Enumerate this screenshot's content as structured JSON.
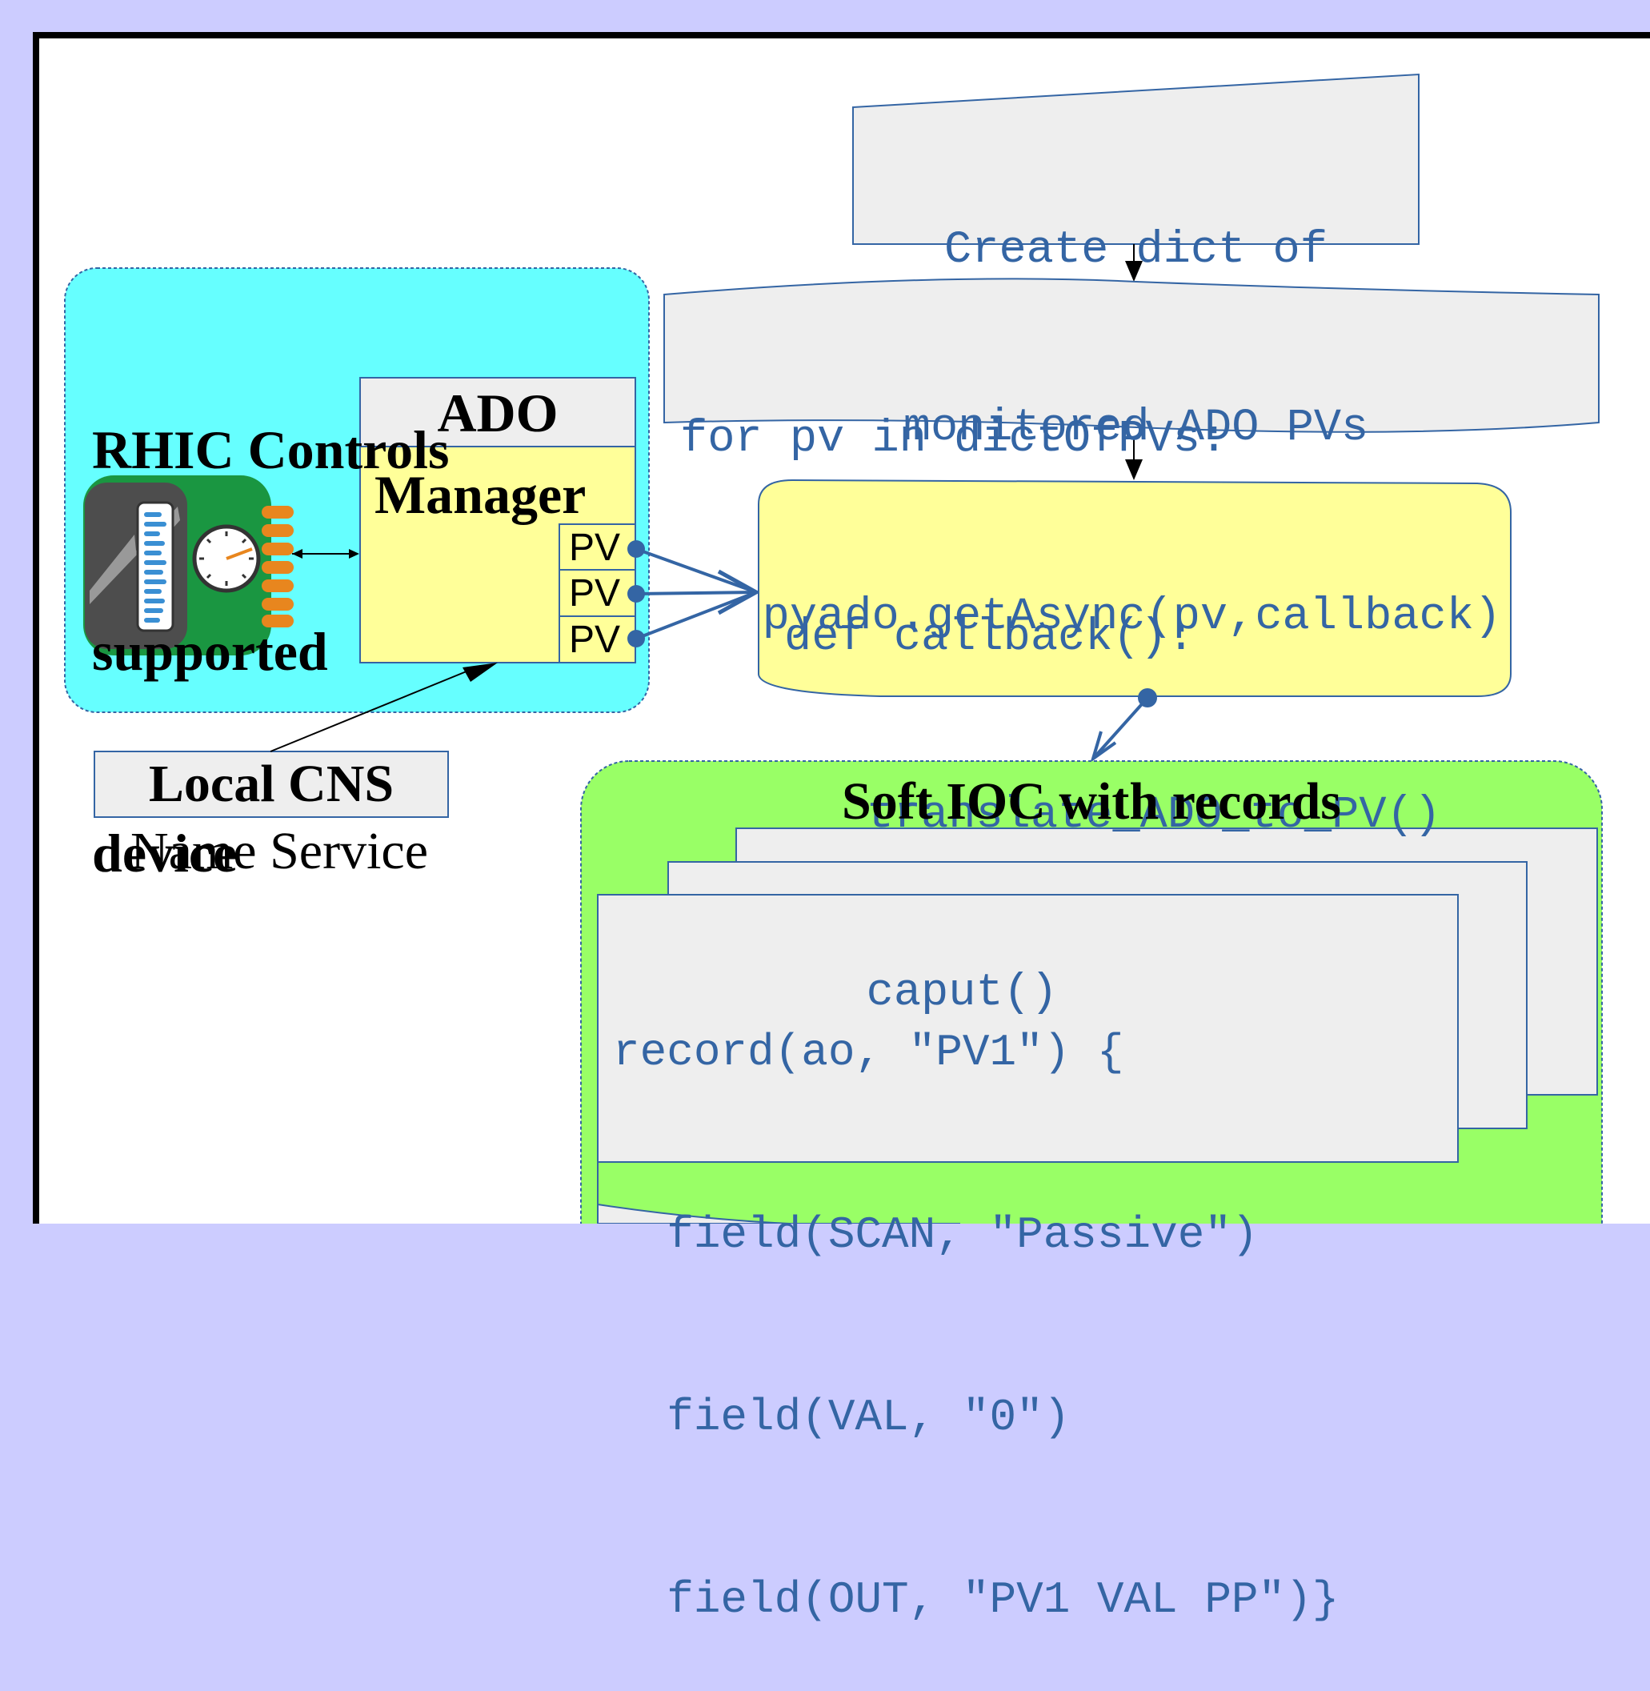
{
  "colors": {
    "page_background": "#ccccff",
    "panel_background": "#ffffff",
    "rhic_box": "#66ffff",
    "manager_box": "#ffff99",
    "ado_header": "#eeeeee",
    "code_box_gray": "#eeeeee",
    "callback_box": "#ffff99",
    "soft_ioc_box": "#99ff66",
    "code_text": "#3465a4",
    "arrow_blue": "#3465a4",
    "device_green": "#1a9641",
    "device_dark": "#4d4d4d",
    "connector_orange": "#e8861e",
    "bar_blue": "#3a8fd3"
  },
  "rhic": {
    "title_lines": [
      "RHIC Controls",
      "supported",
      "device"
    ],
    "device_icon": "device-board-icon"
  },
  "ado": {
    "header": "ADO",
    "manager": "Manager",
    "pv_labels": [
      "PV",
      "PV",
      "PV"
    ]
  },
  "cns": {
    "label": "Local CNS",
    "caption": "Name Service"
  },
  "dict_box": {
    "lines": [
      "Create dict of",
      "monitored ADO PVs"
    ]
  },
  "loop_box": {
    "lines": [
      "for pv in dictOfPVs:",
      "   pyado.getAsync(pv,callback)"
    ]
  },
  "callback_box": {
    "lines": [
      "def callback():",
      "   translate_ADO_to_PV()",
      "   caput()"
    ]
  },
  "soft_ioc": {
    "title": "Soft IOC with records",
    "record_lines": [
      "record(ao, \"PV1\") {",
      "  field(SCAN, \"Passive\")",
      "  field(VAL, \"0\")",
      "  field(OUT, \"PV1 VAL PP\")}"
    ]
  }
}
